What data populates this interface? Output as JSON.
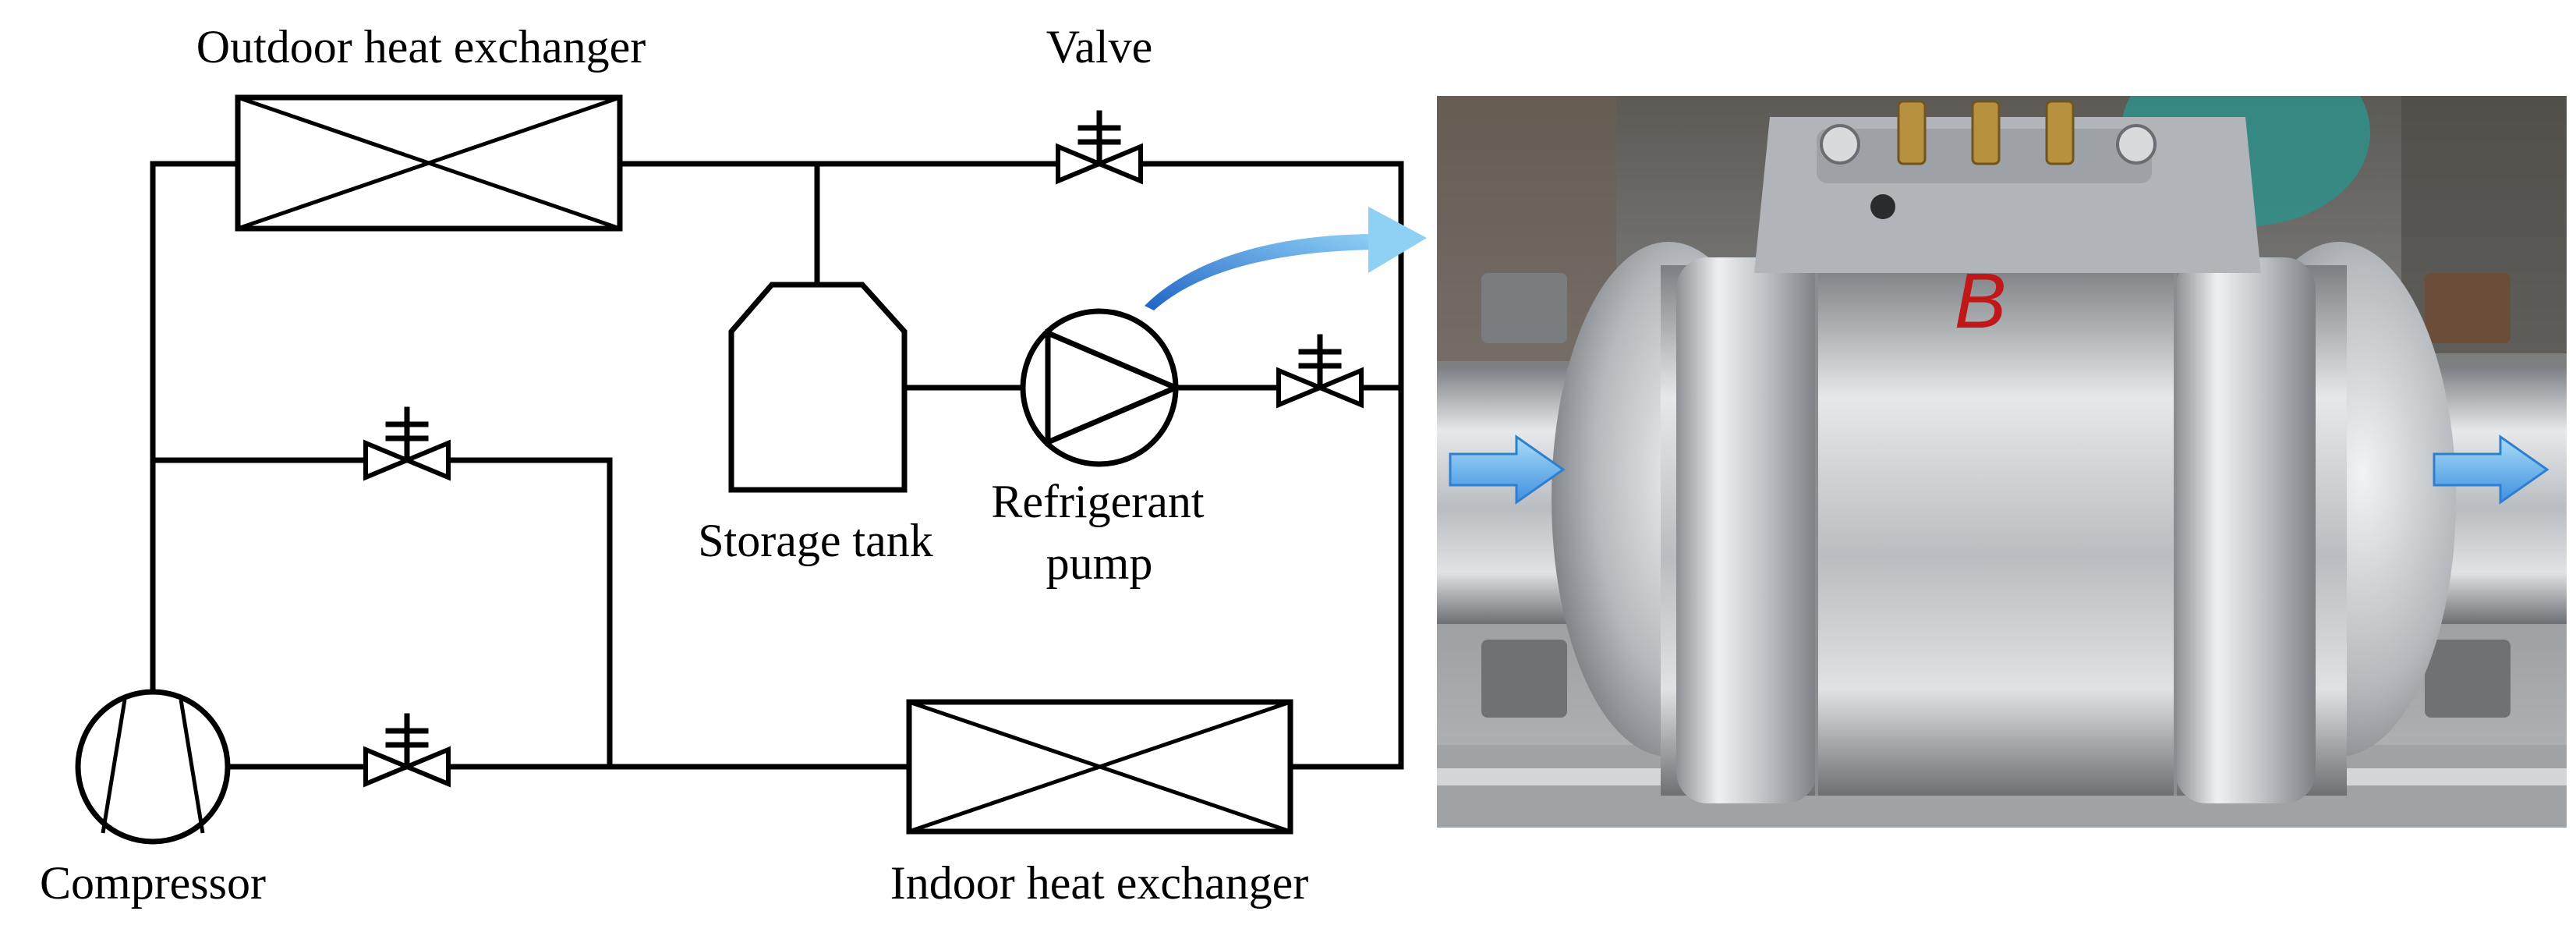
{
  "diagram": {
    "labels": {
      "outdoor_hx": "Outdoor heat exchanger",
      "valve": "Valve",
      "storage_tank": "Storage tank",
      "pump_line1": "Refrigerant",
      "pump_line2": "pump",
      "compressor": "Compressor",
      "indoor_hx": "Indoor heat exchanger"
    },
    "photo": {
      "marking": "B"
    },
    "colors": {
      "line": "#000000",
      "flow_arrow": "#3f8fe0",
      "metal": "#c9ccd0"
    }
  }
}
